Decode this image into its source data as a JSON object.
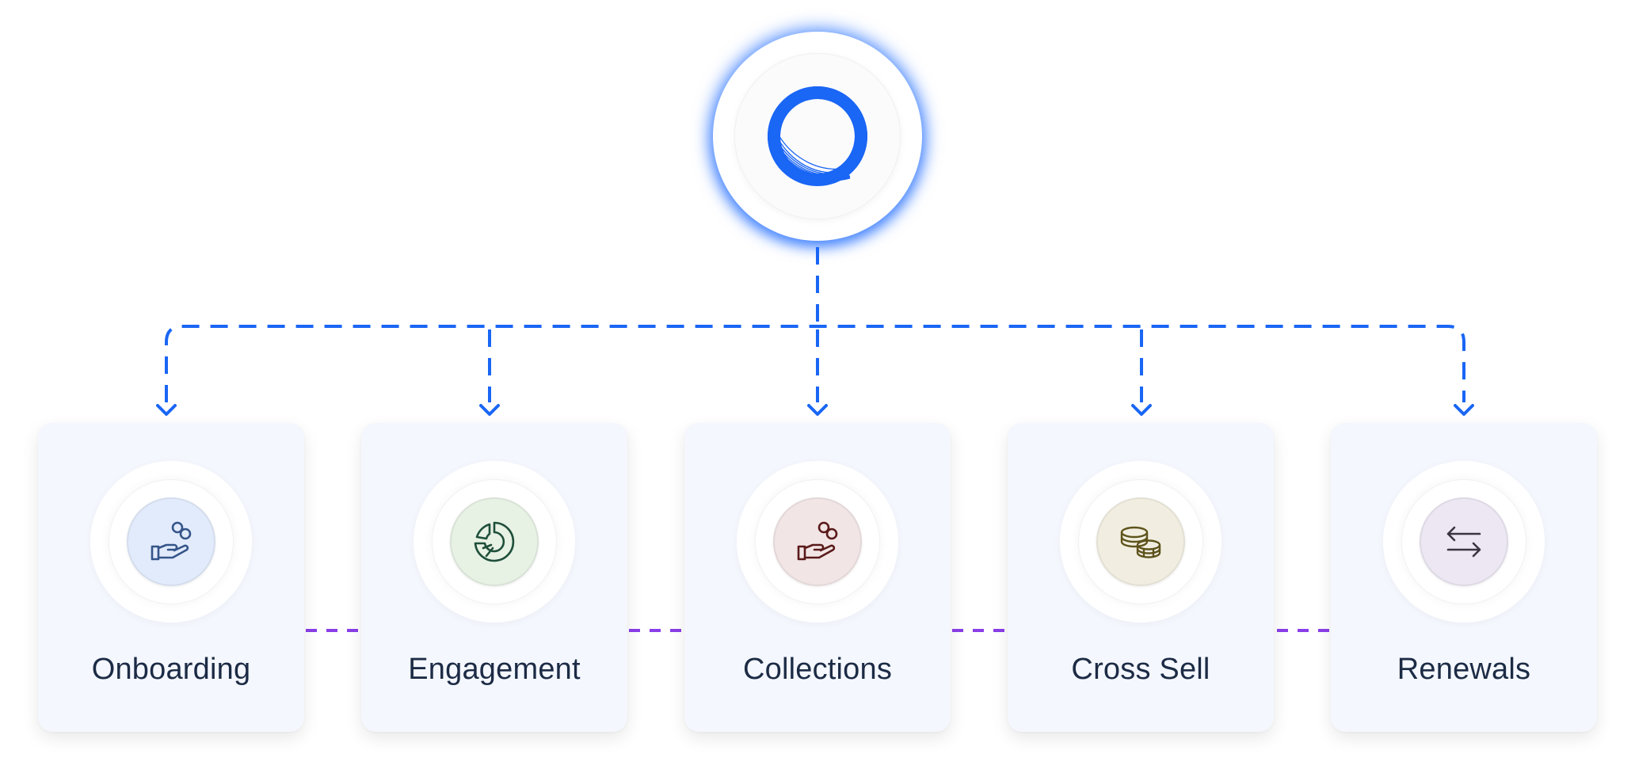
{
  "hub": {
    "icon": "brand-swirl-logo-icon",
    "accent": "#1a66f5"
  },
  "connector_colors": {
    "tree": "#1a66f5",
    "between_cards": "#8a3ee8"
  },
  "cards": [
    {
      "label": "Onboarding",
      "icon": "hand-coins-icon",
      "disc_color": "#e2ebfb",
      "icon_color": "#35558a"
    },
    {
      "label": "Engagement",
      "icon": "pie-chart-icon",
      "disc_color": "#e7f1e4",
      "icon_color": "#1f4f3a"
    },
    {
      "label": "Collections",
      "icon": "hand-coins-icon",
      "disc_color": "#f2e5e5",
      "icon_color": "#5a1a1a"
    },
    {
      "label": "Cross Sell",
      "icon": "coin-stack-icon",
      "disc_color": "#f1eee1",
      "icon_color": "#5e531c"
    },
    {
      "label": "Renewals",
      "icon": "swap-arrows-icon",
      "disc_color": "#ece7f3",
      "icon_color": "#3a3540"
    }
  ]
}
